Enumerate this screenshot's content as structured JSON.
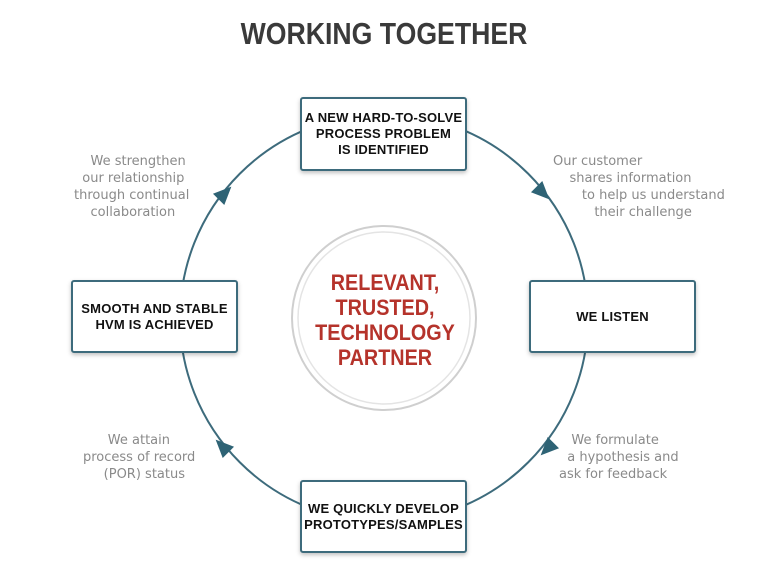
{
  "title": "WORKING TOGETHER",
  "center": "RELEVANT,\nTRUSTED,\nTECHNOLOGY\nPARTNER",
  "steps": {
    "top": "A NEW HARD-TO-SOLVE\nPROCESS PROBLEM\nIS IDENTIFIED",
    "right": "WE LISTEN",
    "bottom": "WE QUICKLY DEVELOP\nPROTOTYPES/SAMPLES",
    "left": "SMOOTH AND STABLE\nHVM IS ACHIEVED"
  },
  "notes": {
    "top_right": "Our customer\n    shares information\n       to help us understand\n          their challenge",
    "bottom_right": "   We formulate\n  a hypothesis and\nask for feedback",
    "bottom_left": "      We attain\nprocess of record\n     (POR) status",
    "top_left": "    We strengthen\n  our relationship\nthrough continual\n    collaboration"
  },
  "colors": {
    "ring": "#3d6b7c",
    "accent": "#b5332b",
    "note_text": "#8a8a8a"
  }
}
